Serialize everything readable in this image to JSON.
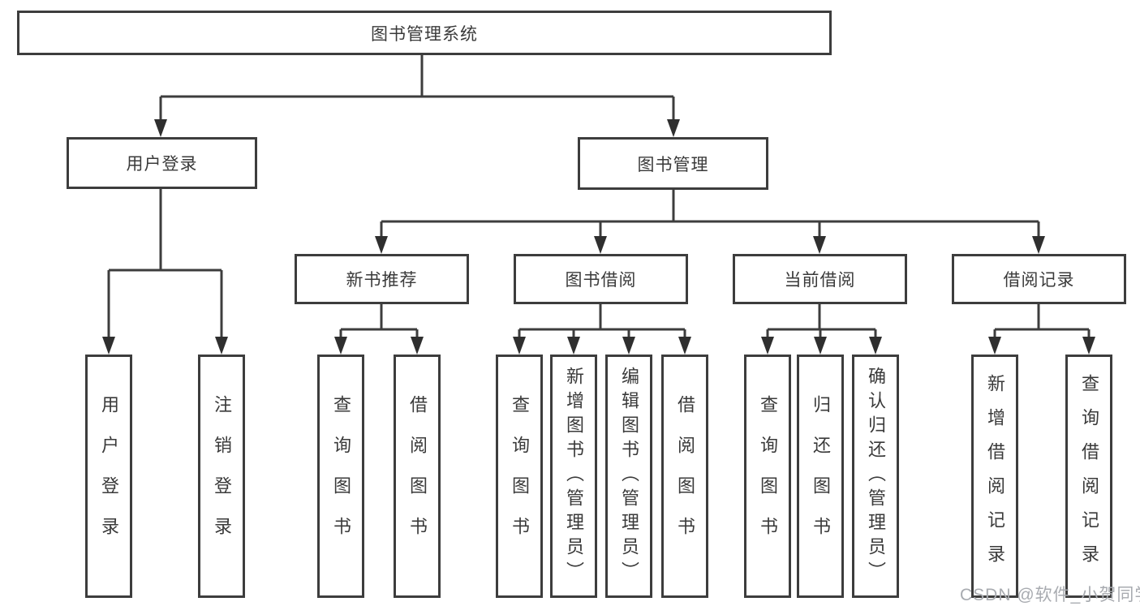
{
  "diagram": {
    "root": {
      "label": "图书管理系统"
    },
    "level2": [
      {
        "label": "用户登录"
      },
      {
        "label": "图书管理"
      }
    ],
    "level3": [
      {
        "label": "新书推荐"
      },
      {
        "label": "图书借阅"
      },
      {
        "label": "当前借阅"
      },
      {
        "label": "借阅记录"
      }
    ],
    "groups": {
      "user_login": [
        {
          "label": "用户登录"
        },
        {
          "label": "注销登录"
        }
      ],
      "new_book_recommend": [
        {
          "label": "查询图书"
        },
        {
          "label": "借阅图书"
        }
      ],
      "book_borrow": [
        {
          "label": "查询图书"
        },
        {
          "label": "新增图书（管理员）"
        },
        {
          "label": "编辑图书（管理员）"
        },
        {
          "label": "借阅图书"
        }
      ],
      "current_borrow": [
        {
          "label": "查询图书"
        },
        {
          "label": "归还图书"
        },
        {
          "label": "确认归还（管理员）"
        }
      ],
      "borrow_records": [
        {
          "label": "新增借阅记录"
        },
        {
          "label": "查询借阅记录"
        }
      ]
    },
    "watermark": "CSDN @软件_小贺同学",
    "colors": {
      "line": "#3d3d3d",
      "text": "#3a3a3a",
      "watermark": "#a8abb0"
    }
  }
}
